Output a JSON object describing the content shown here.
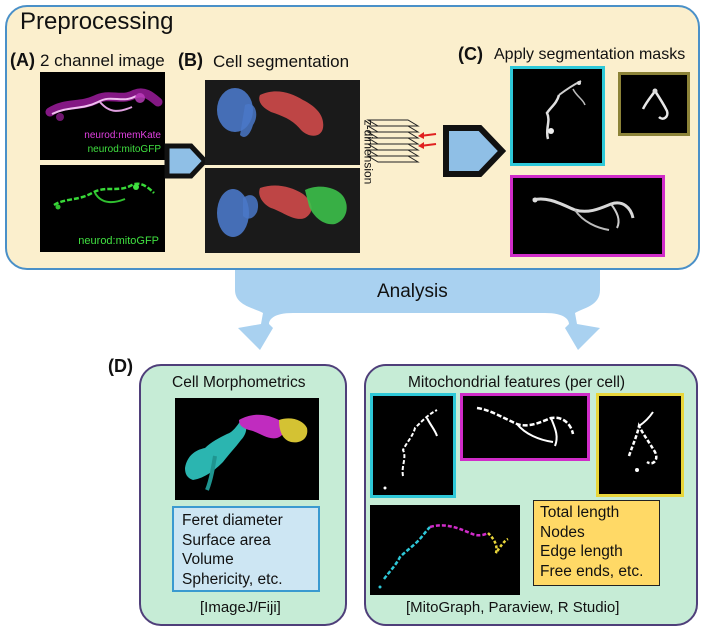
{
  "preprocessing": {
    "title": "Preprocessing",
    "a_letter": "(A)",
    "a_label": "2 channel image",
    "a_overlay_magenta": "neurod:memKate",
    "a_overlay_green": "neurod:mitoGFP",
    "a_bottom_label": "neurod:mitoGFP",
    "b_letter": "(B)",
    "b_label": "Cell segmentation",
    "z_label": "z-dimension",
    "c_letter": "(C)",
    "c_label": "Apply segmentation masks"
  },
  "analysis": {
    "label": "Analysis"
  },
  "d_letter": "(D)",
  "morphometrics": {
    "title": "Cell Morphometrics",
    "features": [
      "Feret diameter",
      "Surface area",
      "Volume",
      "Sphericity, etc."
    ],
    "tool": "[ImageJ/Fiji]"
  },
  "mito": {
    "title": "Mitochondrial features (per cell)",
    "features": [
      "Total length",
      "Nodes",
      "Edge length",
      "Free ends, etc."
    ],
    "tools": "[MitoGraph, Paraview, R Studio]"
  },
  "colors": {
    "top_bg": "#fbefcd",
    "top_border": "#4a90c8",
    "d_bg": "#c6ecd6",
    "d_border": "#4f3f7a",
    "arrow_fill": "#8fbfe6",
    "cyan": "#2ec8d8",
    "magenta": "#d02cc9",
    "olive": "#8c8338",
    "yellow": "#e8d53a",
    "feature_box_blue": "#cde6f3",
    "feature_box_yellow": "#ffd966"
  }
}
